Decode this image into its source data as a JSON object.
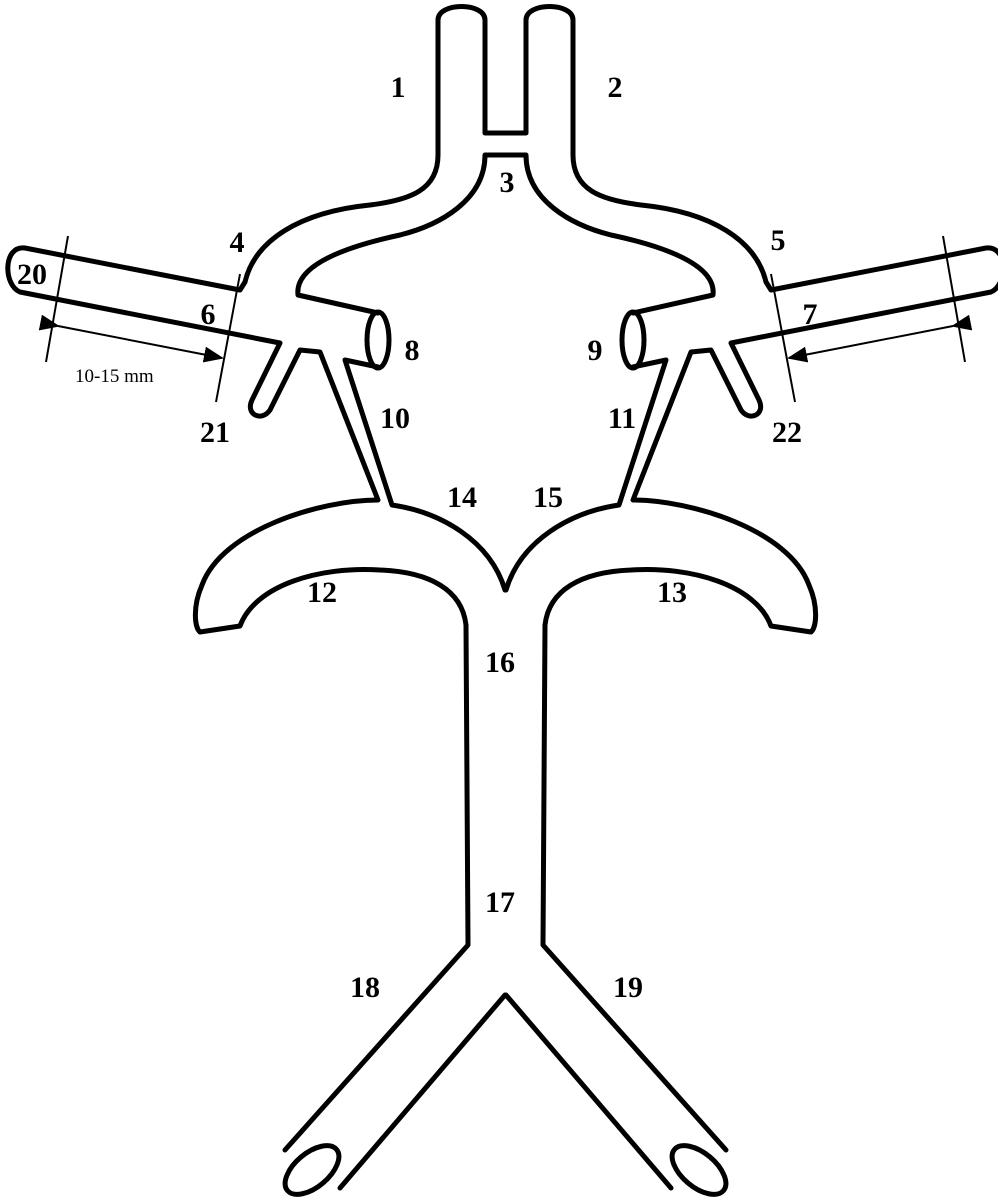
{
  "diagram": {
    "labels": {
      "l1": "1",
      "l2": "2",
      "l3": "3",
      "l4": "4",
      "l5": "5",
      "l6": "6",
      "l7": "7",
      "l8": "8",
      "l9": "9",
      "l10": "10",
      "l11": "11",
      "l12": "12",
      "l13": "13",
      "l14": "14",
      "l15": "15",
      "l16": "16",
      "l17": "17",
      "l18": "18",
      "l19": "19",
      "l20": "20",
      "l21": "21",
      "l22": "22"
    },
    "measurement": "10-15 mm",
    "stroke_color": "#000000",
    "background": "#ffffff"
  }
}
